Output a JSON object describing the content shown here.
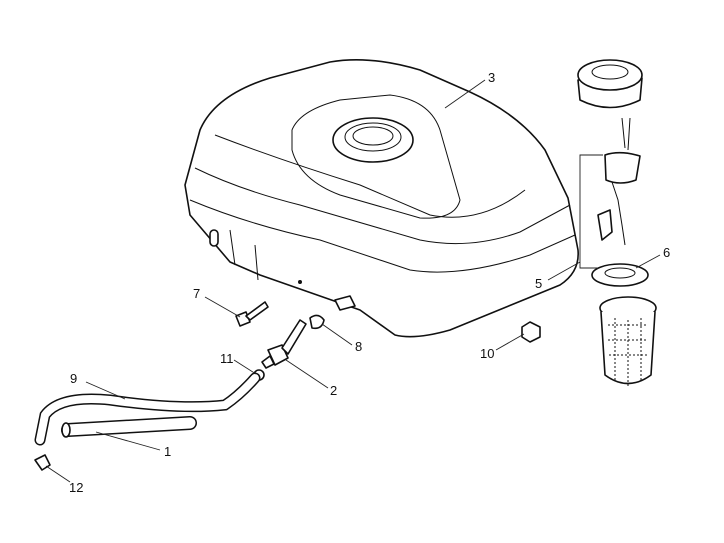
{
  "diagram": {
    "type": "exploded-parts-view",
    "callouts": [
      {
        "id": "3",
        "part": "fuel-tank"
      },
      {
        "id": "6",
        "part": "seal-ring"
      },
      {
        "id": "5",
        "part": "cap-strainer-assembly"
      },
      {
        "id": "7",
        "part": "bolt"
      },
      {
        "id": "8",
        "part": "clip"
      },
      {
        "id": "10",
        "part": "nut"
      },
      {
        "id": "11",
        "part": "clamp"
      },
      {
        "id": "2",
        "part": "fuel-valve"
      },
      {
        "id": "9",
        "part": "fuel-hose"
      },
      {
        "id": "1",
        "part": "hose"
      },
      {
        "id": "12",
        "part": "cap-plug"
      }
    ]
  }
}
